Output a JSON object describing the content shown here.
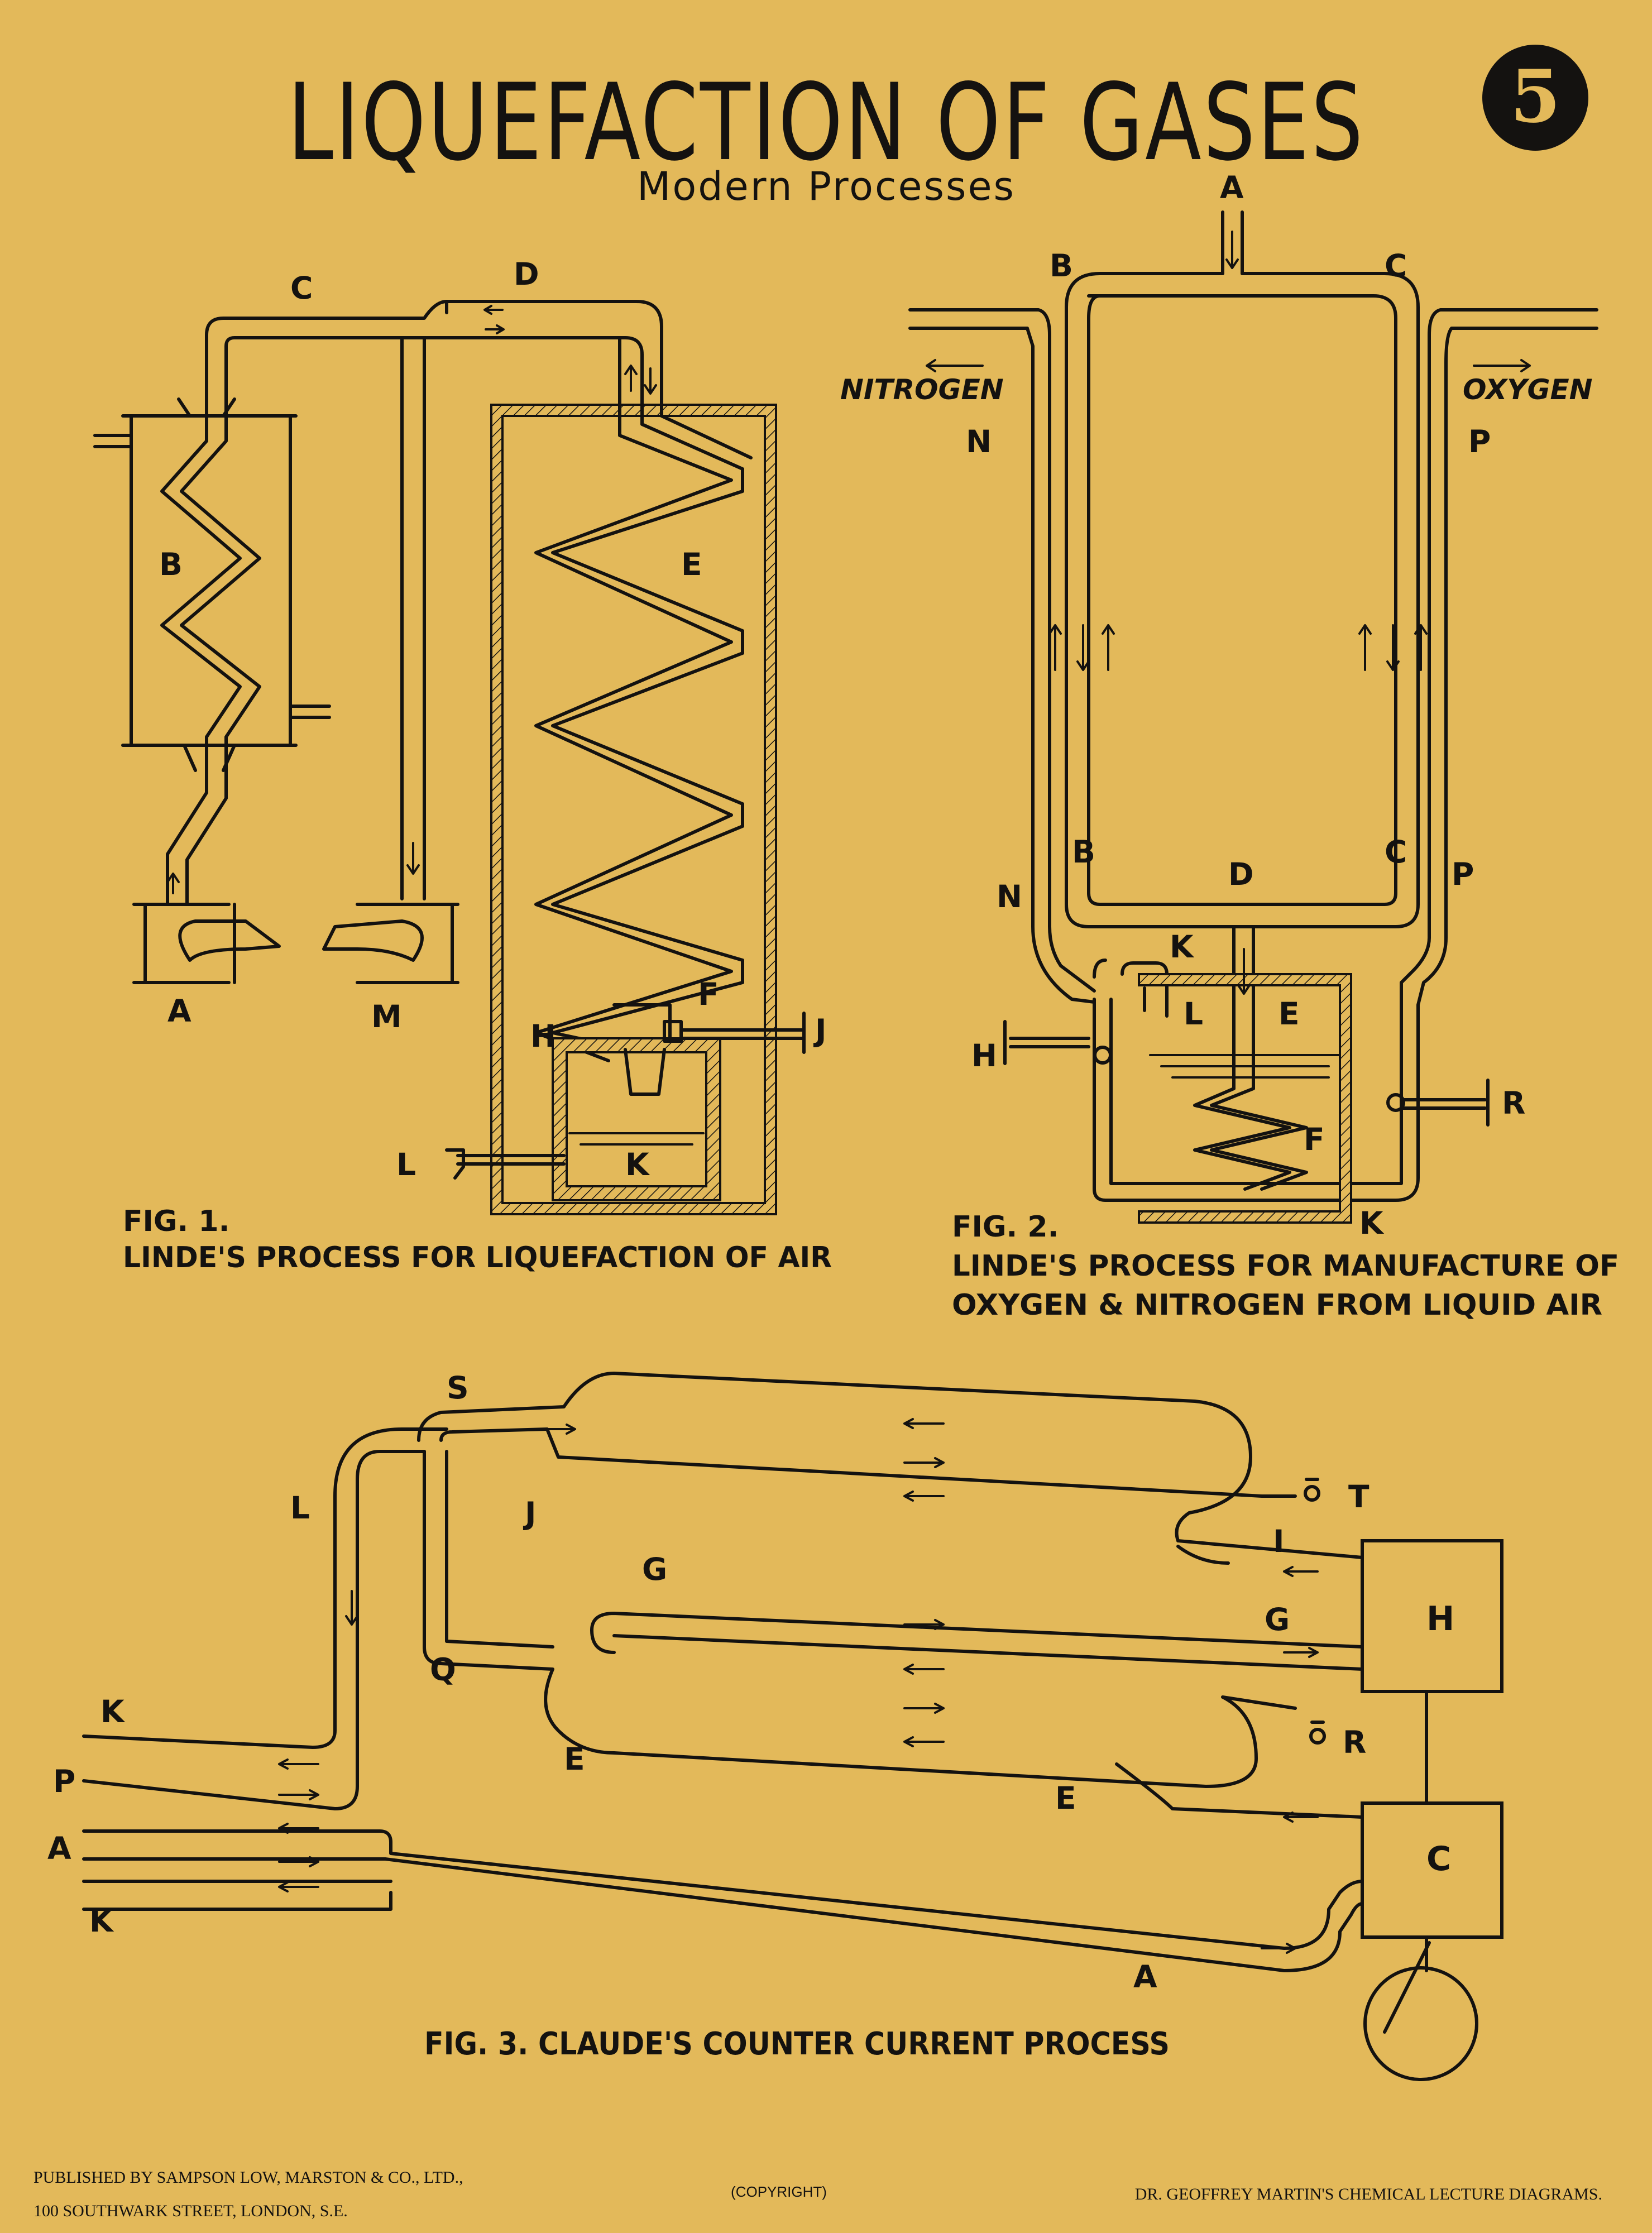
{
  "header": {
    "title": "LIQUEFACTION OF GASES",
    "subtitle": "Modern Processes",
    "number": "5"
  },
  "fig1": {
    "labels": {
      "A": "A",
      "B": "B",
      "C": "C",
      "D": "D",
      "E": "E",
      "F": "F",
      "H": "H",
      "J": "J",
      "K": "K",
      "L": "L",
      "M": "M"
    },
    "caption_line1": "FIG. 1.",
    "caption_line2": "LINDE'S PROCESS FOR LIQUEFACTION OF AIR"
  },
  "fig2": {
    "labels": {
      "A": "A",
      "B": "B",
      "C": "C",
      "D": "D",
      "E": "E",
      "F": "F",
      "H": "H",
      "K": "K",
      "L": "L",
      "N": "N",
      "P": "P",
      "R": "R"
    },
    "nitrogen": "NITROGEN",
    "oxygen": "OXYGEN",
    "caption_line1": "FIG. 2.",
    "caption_line2": "LINDE'S PROCESS FOR MANUFACTURE OF",
    "caption_line3": "OXYGEN & NITROGEN FROM LIQUID AIR"
  },
  "fig3": {
    "labels": {
      "S": "S",
      "T": "T",
      "L": "L",
      "J": "J",
      "I": "I",
      "G": "G",
      "H": "H",
      "Q": "Q",
      "E": "E",
      "R": "R",
      "K": "K",
      "P": "P",
      "A": "A",
      "C": "C"
    },
    "caption": "FIG. 3. CLAUDE'S COUNTER CURRENT PROCESS"
  },
  "footer": {
    "publisher_line1": "PUBLISHED BY SAMPSON LOW, MARSTON & CO., LTD.,",
    "publisher_line2": "100 SOUTHWARK STREET, LONDON, S.E.",
    "copyright": "(COPYRIGHT)",
    "series": "DR. GEOFFREY MARTIN'S CHEMICAL LECTURE DIAGRAMS."
  },
  "colors": {
    "paper": "#e3b95a",
    "ink": "#141210"
  }
}
